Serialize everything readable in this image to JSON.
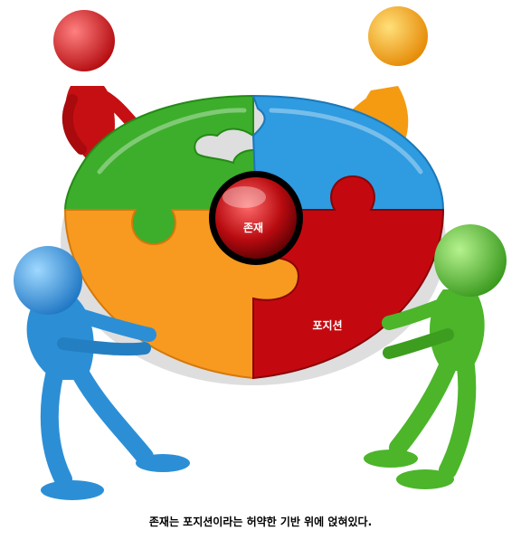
{
  "center_label": "존재",
  "piece_label": "포지션",
  "caption": "존재는 포지션이라는 허약한 기반 위에 얹혀있다.",
  "colors": {
    "green": "#3dae2b",
    "blue": "#2f9be0",
    "orange": "#f79a1f",
    "red": "#c3090f",
    "center_ring": "#000000",
    "figure_red": "#d81316",
    "figure_orange": "#f6a21a",
    "figure_blue": "#2c8fd6",
    "figure_green": "#4cb52a"
  },
  "icons": [
    "red-figure-icon",
    "orange-figure-icon",
    "blue-figure-icon",
    "green-figure-icon",
    "puzzle-disc-icon"
  ]
}
